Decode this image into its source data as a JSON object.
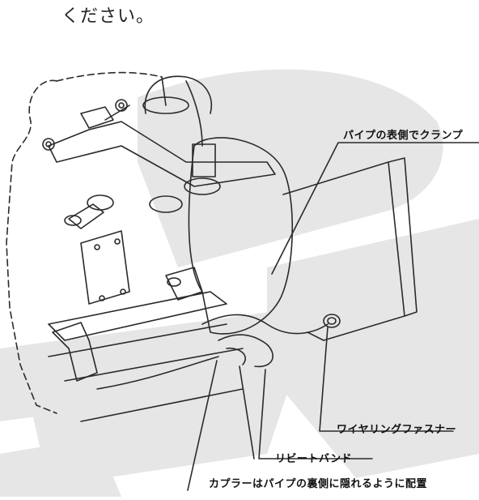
{
  "header": {
    "text": "ください。"
  },
  "callouts": {
    "pipe_clamp": "パイプの表側でクランプ",
    "wiring_fastener": "ワイヤリングファスナー",
    "rebate_band": "リビートバンド",
    "coupler_note": "カプラーはパイプの裏側に隠れるように配置"
  },
  "colors": {
    "watermark": "#e6e6e6",
    "line": "#2a2a2a"
  }
}
